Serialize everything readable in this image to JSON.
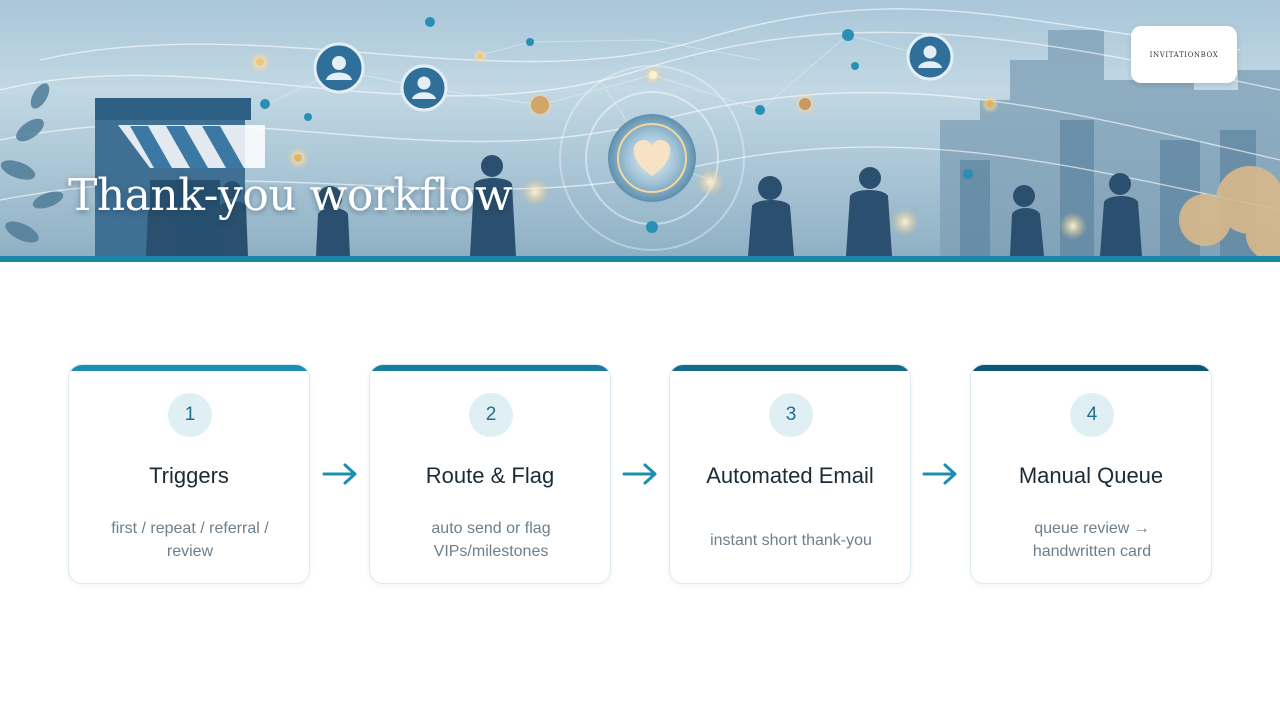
{
  "header": {
    "title": "Thank-you workflow",
    "logo_text": "INVITATIONBOX"
  },
  "steps": [
    {
      "number": "1",
      "title": "Triggers",
      "description": "first / repeat / referral / review",
      "accent": "#1a8fb0"
    },
    {
      "number": "2",
      "title": "Route & Flag",
      "description": "auto send or flag VIPs/milestones",
      "accent": "#177e9f"
    },
    {
      "number": "3",
      "title": "Automated Email",
      "description": "instant short thank-you",
      "accent": "#146c89"
    },
    {
      "number": "4",
      "title": "Manual Queue",
      "description": "queue review → handwritten card",
      "accent": "#0f5670"
    }
  ],
  "colors": {
    "accent": "#1a86a8",
    "arrow": "#1a8fb0",
    "title_text": "#1c2b36",
    "description_text": "#6c7f8c",
    "badge_bg": "#e0eff4"
  },
  "icons": {
    "arrow": "arrow-right-icon",
    "banner": "customer-network-illustration"
  }
}
